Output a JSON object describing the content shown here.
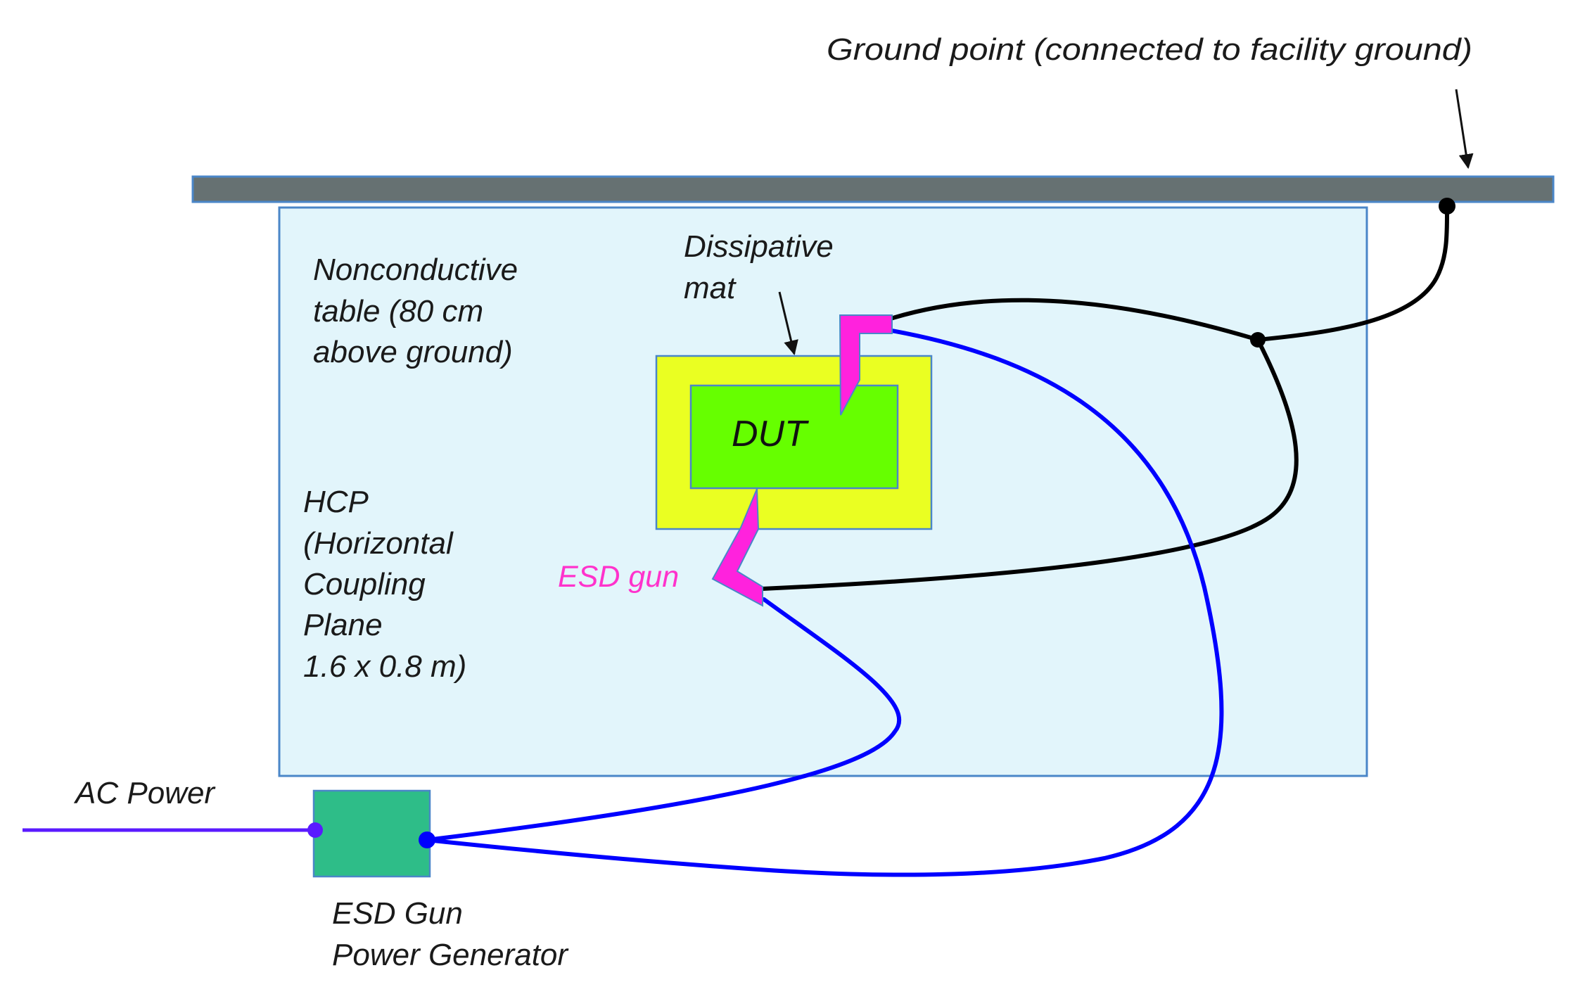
{
  "diagram": {
    "title": "ESD test setup",
    "labels": {
      "ground_point": "Ground point (connected to facility ground)",
      "table": [
        "Nonconductive",
        "table (80 cm",
        "above ground)"
      ],
      "mat": [
        "Dissipative",
        "mat"
      ],
      "dut": "DUT",
      "hcp": [
        "HCP",
        "(Horizontal",
        "Coupling",
        "Plane",
        "1.6 x 0.8 m)"
      ],
      "esd_gun": "ESD gun",
      "ac_power": "AC Power",
      "generator": [
        "ESD Gun",
        "Power Generator"
      ]
    },
    "components": [
      {
        "id": "ground-bar",
        "name": "Ground reference bar"
      },
      {
        "id": "hcp-table",
        "name": "Horizontal Coupling Plane on nonconductive table"
      },
      {
        "id": "dissipative-mat",
        "name": "Dissipative mat"
      },
      {
        "id": "dut",
        "name": "Device under test"
      },
      {
        "id": "esd-gun-upper",
        "name": "ESD gun (upper)"
      },
      {
        "id": "esd-gun-lower",
        "name": "ESD gun (lower)"
      },
      {
        "id": "generator",
        "name": "ESD Gun Power Generator"
      }
    ],
    "connections": [
      {
        "from": "esd-gun-upper",
        "to": "ground-junction",
        "type": "ground cable"
      },
      {
        "from": "esd-gun-lower",
        "to": "ground-junction",
        "type": "ground cable"
      },
      {
        "from": "ground-junction",
        "to": "ground-point",
        "type": "ground cable"
      },
      {
        "from": "esd-gun-upper",
        "to": "generator",
        "type": "gun cable"
      },
      {
        "from": "esd-gun-lower",
        "to": "generator",
        "type": "gun cable"
      },
      {
        "from": "ac-power",
        "to": "generator",
        "type": "power line"
      }
    ],
    "colors": {
      "ground_bar": "#667172",
      "outline": "#4a86c8",
      "table_fill": "#e2f5fb",
      "mat_fill": "#eaff22",
      "dut_fill": "#66ff00",
      "gun_fill": "#ff22dd",
      "gun_label": "#ff33cc",
      "generator_fill": "#2ebd88",
      "ground_wire": "#000000",
      "gun_cable": "#0000ff",
      "ac_line": "#5a1aff"
    }
  }
}
